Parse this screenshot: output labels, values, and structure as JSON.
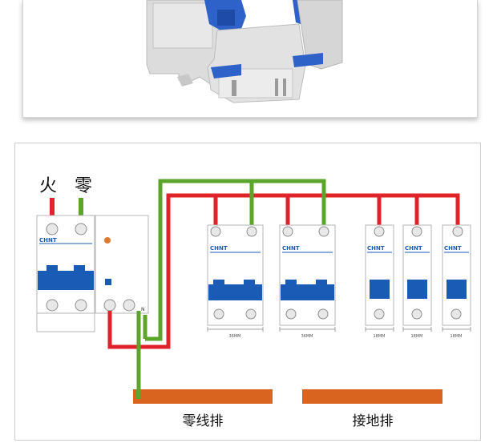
{
  "labels": {
    "live": "火",
    "neutral": "零",
    "neutral_bar": "零线排",
    "ground_bar": "接地排"
  },
  "breakers": {
    "brand": "CHNT",
    "rcd_terminal": "N",
    "widths": [
      "36MM",
      "36MM",
      "18MM",
      "18MM",
      "18MM"
    ]
  },
  "colors": {
    "live_wire": "#e0232a",
    "neutral_wire": "#5aa52a",
    "toggle": "#1a5bb5",
    "busbar": "#d9641f",
    "rcd_button": "#e07a2e"
  }
}
